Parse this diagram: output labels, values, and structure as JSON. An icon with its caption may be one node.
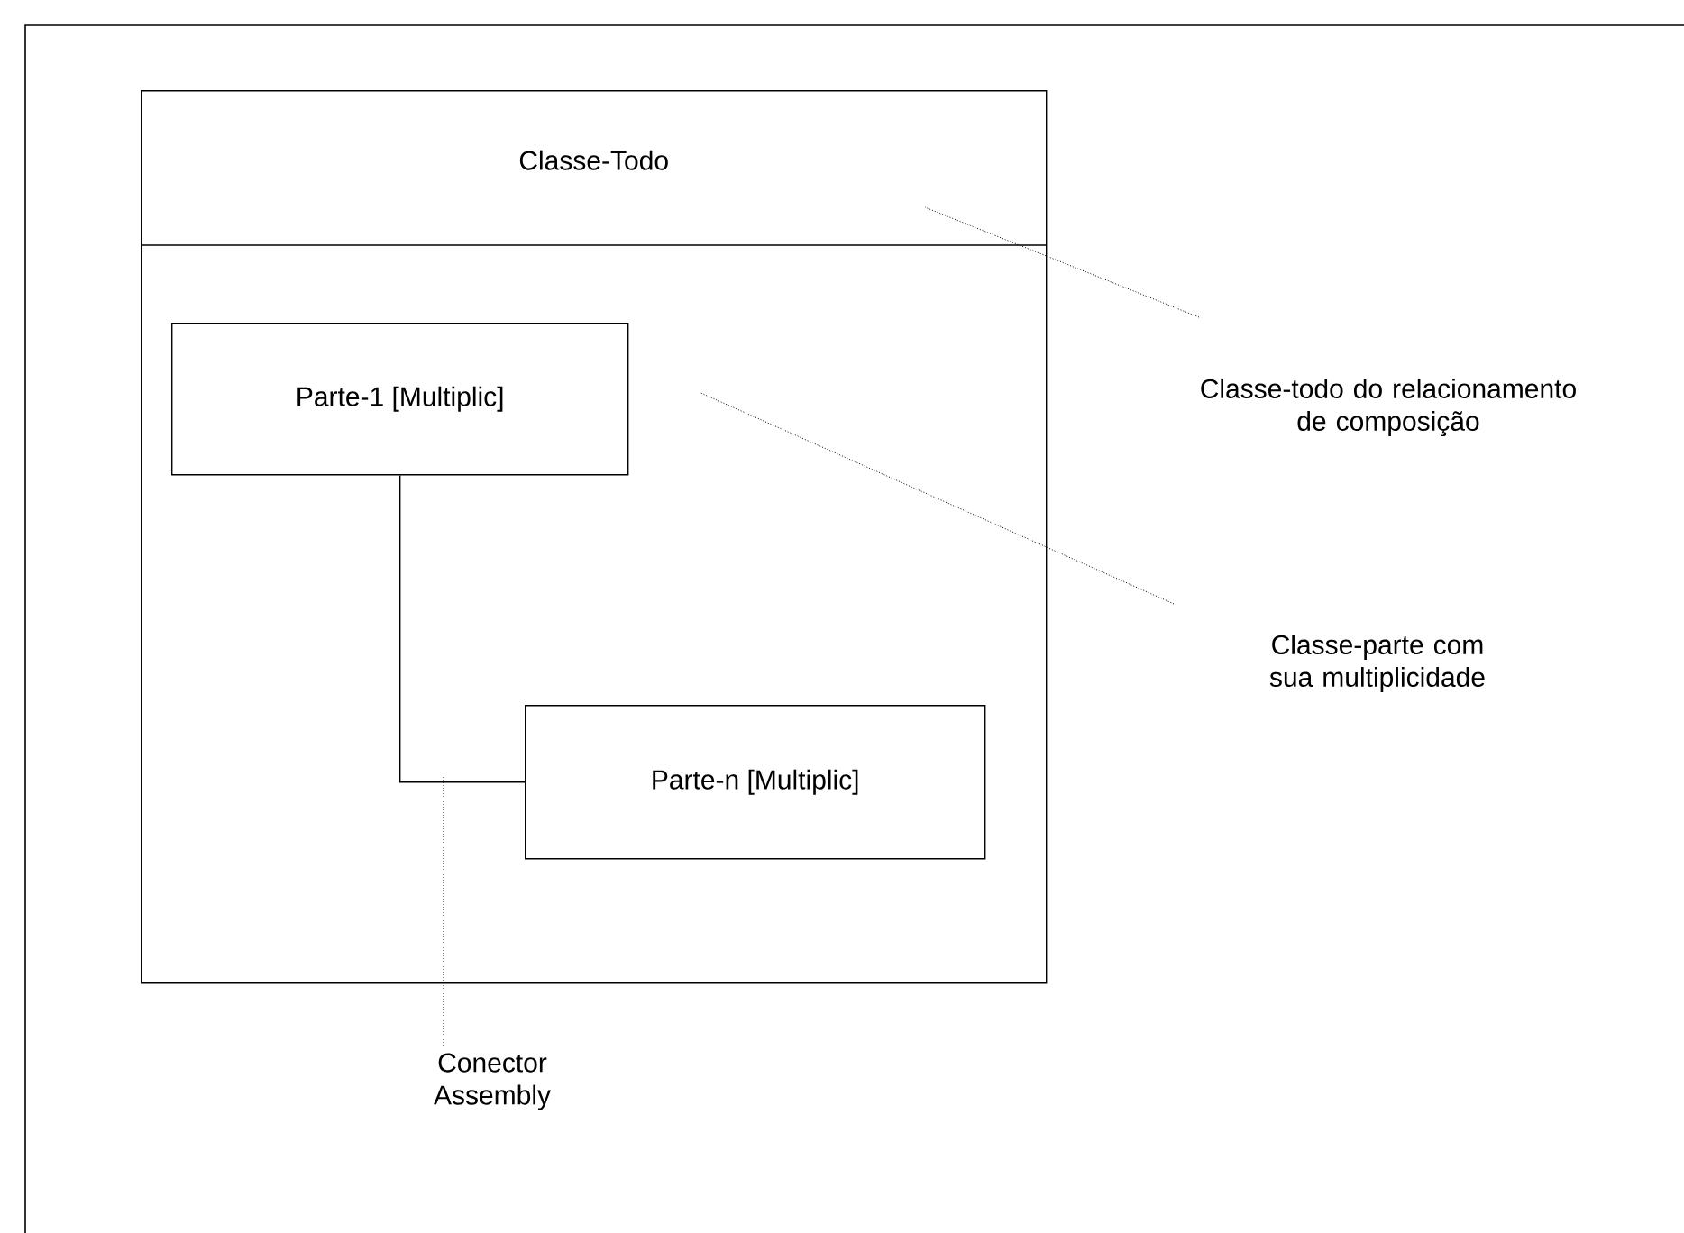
{
  "diagram": {
    "nodes": [
      {
        "text": [
          "Classe-Todo"
        ]
      },
      {
        "text": [
          "Parte-1 [Multiplic]"
        ],
        "in": 0
      },
      {
        "text": [
          "Parte-n [Multiplic]"
        ],
        "in": 0
      },
      {
        "text": [
          "Classe-todo do relacionamento de composição"
        ]
      },
      {
        "text": [
          "Classe-parte com sua multiplicidade"
        ]
      },
      {
        "text": [
          "Conector Assembly"
        ]
      }
    ],
    "edges": [
      {
        "from": 1,
        "to": 2,
        "arrow": "none"
      },
      {
        "from": 3,
        "to": 0,
        "arrow": "none",
        "style": "dashed"
      },
      {
        "from": 4,
        "to": 1,
        "arrow": "none",
        "style": "dashed"
      },
      {
        "from": 5,
        "to": null,
        "arrow": "none",
        "style": "dashed"
      }
    ]
  }
}
